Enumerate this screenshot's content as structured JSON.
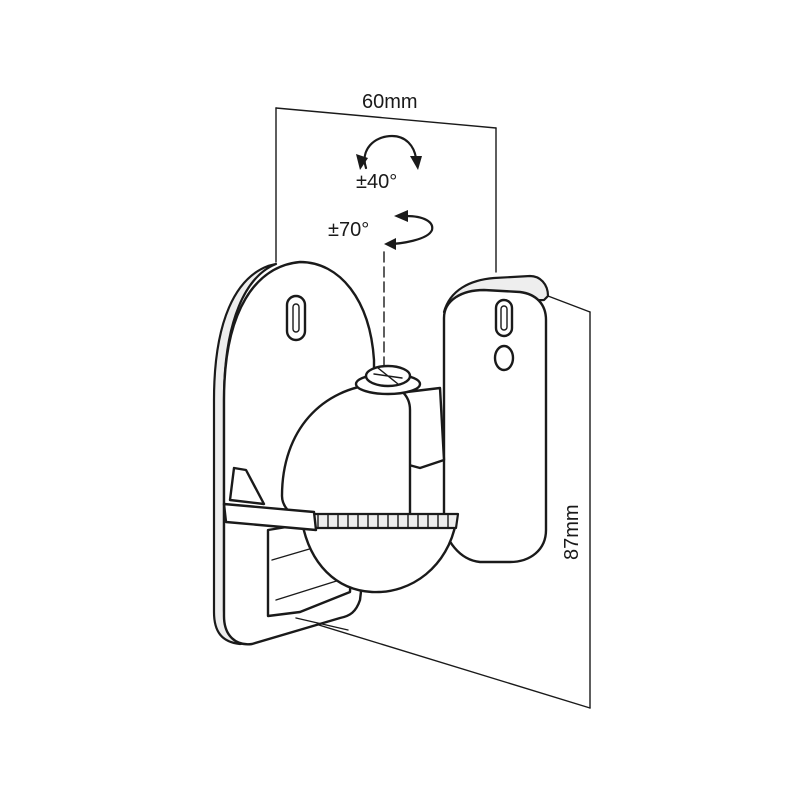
{
  "dimensions": {
    "width_label": "60mm",
    "height_label": "87mm"
  },
  "rotation": {
    "tilt_label": "±40°",
    "swivel_label": "±70°"
  },
  "colors": {
    "line": "#1a1a1a",
    "background": "#ffffff"
  }
}
